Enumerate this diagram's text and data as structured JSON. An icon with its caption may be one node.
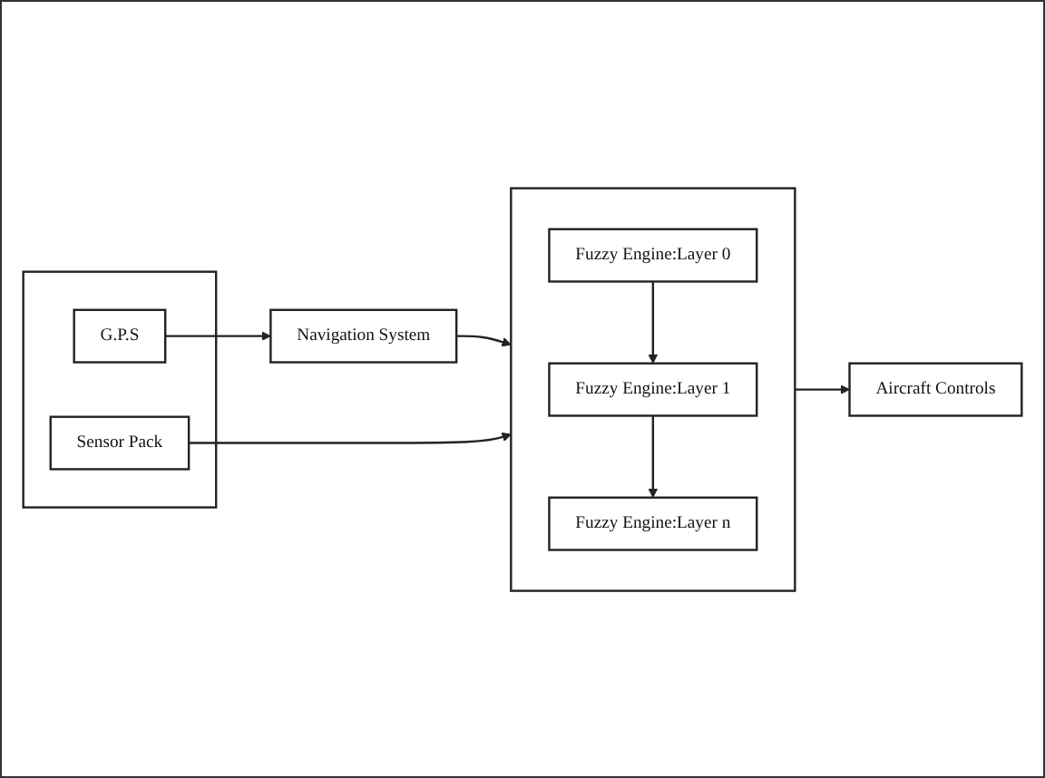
{
  "diagram": {
    "nodes": [
      {
        "text": [],
        "shape": "box"
      },
      {
        "text": [
          "G.P.S"
        ],
        "in": 0
      },
      {
        "text": [
          "Sensor Pack"
        ],
        "in": 0
      },
      {
        "text": [
          "Navigation System"
        ]
      },
      {
        "text": [],
        "shape": "box"
      },
      {
        "text": [
          "Fuzzy Engine:Layer 0"
        ],
        "in": 4
      },
      {
        "text": [
          "Fuzzy Engine:Layer 1"
        ],
        "in": 4
      },
      {
        "text": [
          "Fuzzy Engine:Layer n"
        ],
        "in": 4
      },
      {
        "text": [
          "Aircraft Controls"
        ]
      }
    ],
    "edges": [
      {
        "from": 1,
        "to": 3,
        "arrow": "to"
      },
      {
        "from": 3,
        "to": 4,
        "arrow": "to"
      },
      {
        "from": 2,
        "to": 4,
        "arrow": "to"
      },
      {
        "from": 5,
        "to": 6,
        "arrow": "to"
      },
      {
        "from": 6,
        "to": 7,
        "arrow": "to"
      },
      {
        "from": 4,
        "to": 8,
        "arrow": "to"
      }
    ]
  }
}
